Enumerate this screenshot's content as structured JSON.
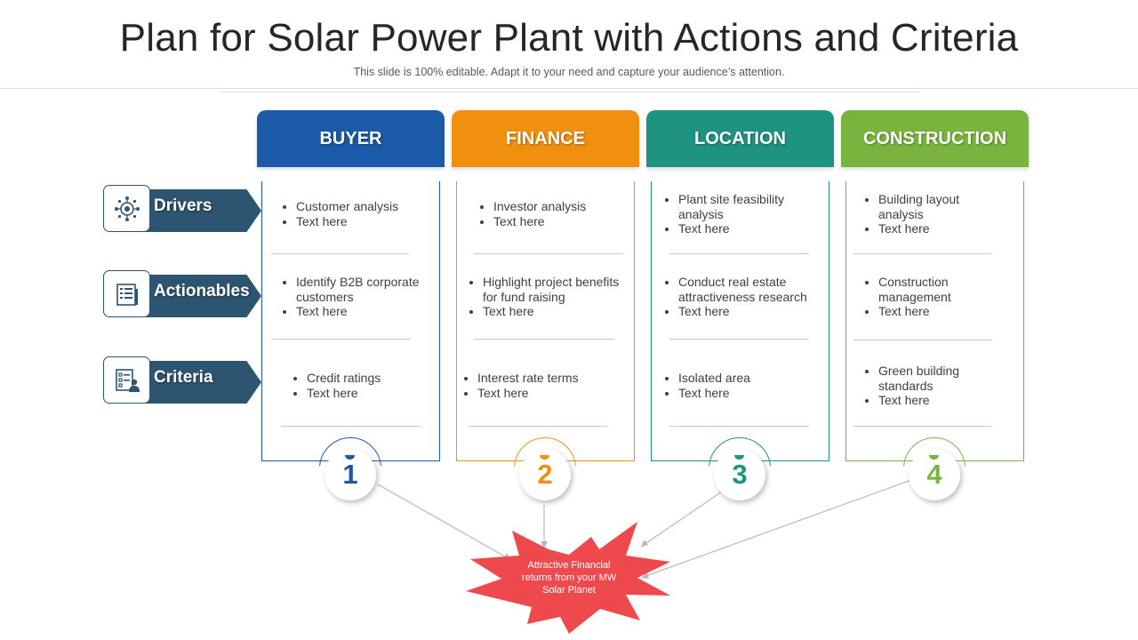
{
  "title": "Plan for Solar Power Plant with Actions and Criteria",
  "subtitle": "This slide is 100% editable. Adapt it to your need and capture your audience’s attention.",
  "colors": {
    "buyer": "#1a5aa8",
    "finance": "#f0900e",
    "location": "#1e9382",
    "construction": "#79b53e",
    "row": "#2d5470",
    "star": "#ee4a4e"
  },
  "columns": [
    {
      "label": "BUYER",
      "number": "1"
    },
    {
      "label": "FINANCE",
      "number": "2"
    },
    {
      "label": "LOCATION",
      "number": "3"
    },
    {
      "label": "CONSTRUCTION",
      "number": "4"
    }
  ],
  "rows": [
    {
      "label": "Drivers",
      "icon": "network-target-icon"
    },
    {
      "label": "Actionables",
      "icon": "document-list-icon"
    },
    {
      "label": "Criteria",
      "icon": "checklist-person-icon"
    }
  ],
  "cells": {
    "buyer": [
      [
        "Customer analysis",
        "Text here"
      ],
      [
        "Identify B2B corporate customers",
        "Text here"
      ],
      [
        "Credit ratings",
        "Text here"
      ]
    ],
    "finance": [
      [
        "Investor analysis",
        "Text here"
      ],
      [
        "Highlight project benefits for fund raising",
        "Text here"
      ],
      [
        "Interest rate terms",
        "Text here"
      ]
    ],
    "location": [
      [
        "Plant site feasibility analysis",
        "Text here"
      ],
      [
        "Conduct real estate attractiveness research",
        "Text here"
      ],
      [
        "Isolated area",
        "Text here"
      ]
    ],
    "construction": [
      [
        "Building layout analysis",
        "Text here"
      ],
      [
        "Construction management",
        "Text here"
      ],
      [
        "Green building standards",
        "Text here"
      ]
    ]
  },
  "outcome": "Attractive Financial returns from your MW Solar Planet"
}
